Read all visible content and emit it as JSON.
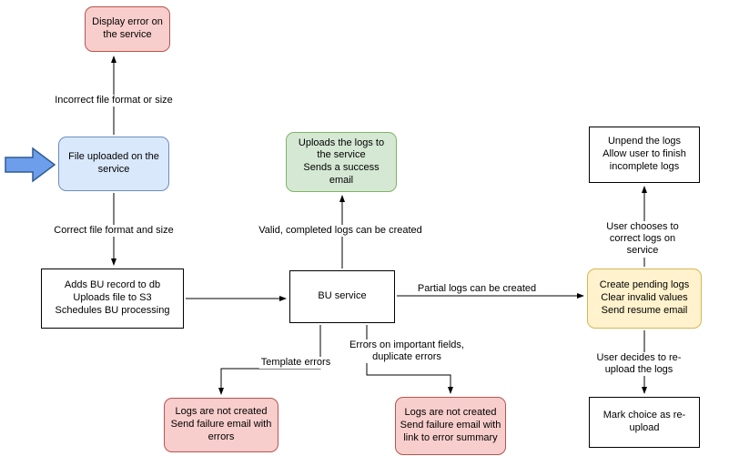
{
  "diagram": {
    "type": "flowchart",
    "nodes": {
      "display_error": {
        "label": "Display error on the service",
        "fill": "#f8cecc",
        "stroke": "#b85450"
      },
      "file_uploaded": {
        "label": "File uploaded on the service",
        "fill": "#dae8fc",
        "stroke": "#6c8ebf"
      },
      "adds_bu_record": {
        "label": "Adds BU record to db\nUploads file to S3\nSchedules BU processing",
        "fill": "#ffffff",
        "stroke": "#000000"
      },
      "bu_service": {
        "label": "BU service",
        "fill": "#ffffff",
        "stroke": "#000000"
      },
      "uploads_logs": {
        "label": "Uploads the logs to the service\nSends a success email",
        "fill": "#d5e8d4",
        "stroke": "#82b366"
      },
      "create_pending_logs": {
        "label": "Create pending logs\nClear invalid values\nSend resume email",
        "fill": "#fff2cc",
        "stroke": "#d6b656"
      },
      "unpend_logs": {
        "label": "Unpend the logs\nAllow user to finish incomplete logs",
        "fill": "#ffffff",
        "stroke": "#000000"
      },
      "mark_reupload": {
        "label": "Mark choice as re-upload",
        "fill": "#ffffff",
        "stroke": "#000000"
      },
      "logs_not_created_template": {
        "label": "Logs are not created\nSend failure email with errors",
        "fill": "#f8cecc",
        "stroke": "#b85450"
      },
      "logs_not_created_fields": {
        "label": "Logs are not created\nSend failure email with link to error summary",
        "fill": "#f8cecc",
        "stroke": "#b85450"
      }
    },
    "edge_labels": {
      "incorrect_format": "Incorrect file format or size",
      "correct_format": "Correct file format and size",
      "valid_logs": "Valid, completed logs can be created",
      "partial_logs": "Partial logs can be created",
      "user_corrects": "User chooses to correct logs on service",
      "user_reuploads": "User decides to re-upload the logs",
      "template_errors": "Template errors",
      "important_field_errors": "Errors on important fields,\nduplicate errors"
    },
    "icons": {
      "input_arrow": "block-arrow-right"
    },
    "colors": {
      "background": "#ffffff",
      "line": "#000000",
      "input_arrow_fill": "#6d9eeb",
      "input_arrow_stroke": "#2f5b94"
    }
  }
}
